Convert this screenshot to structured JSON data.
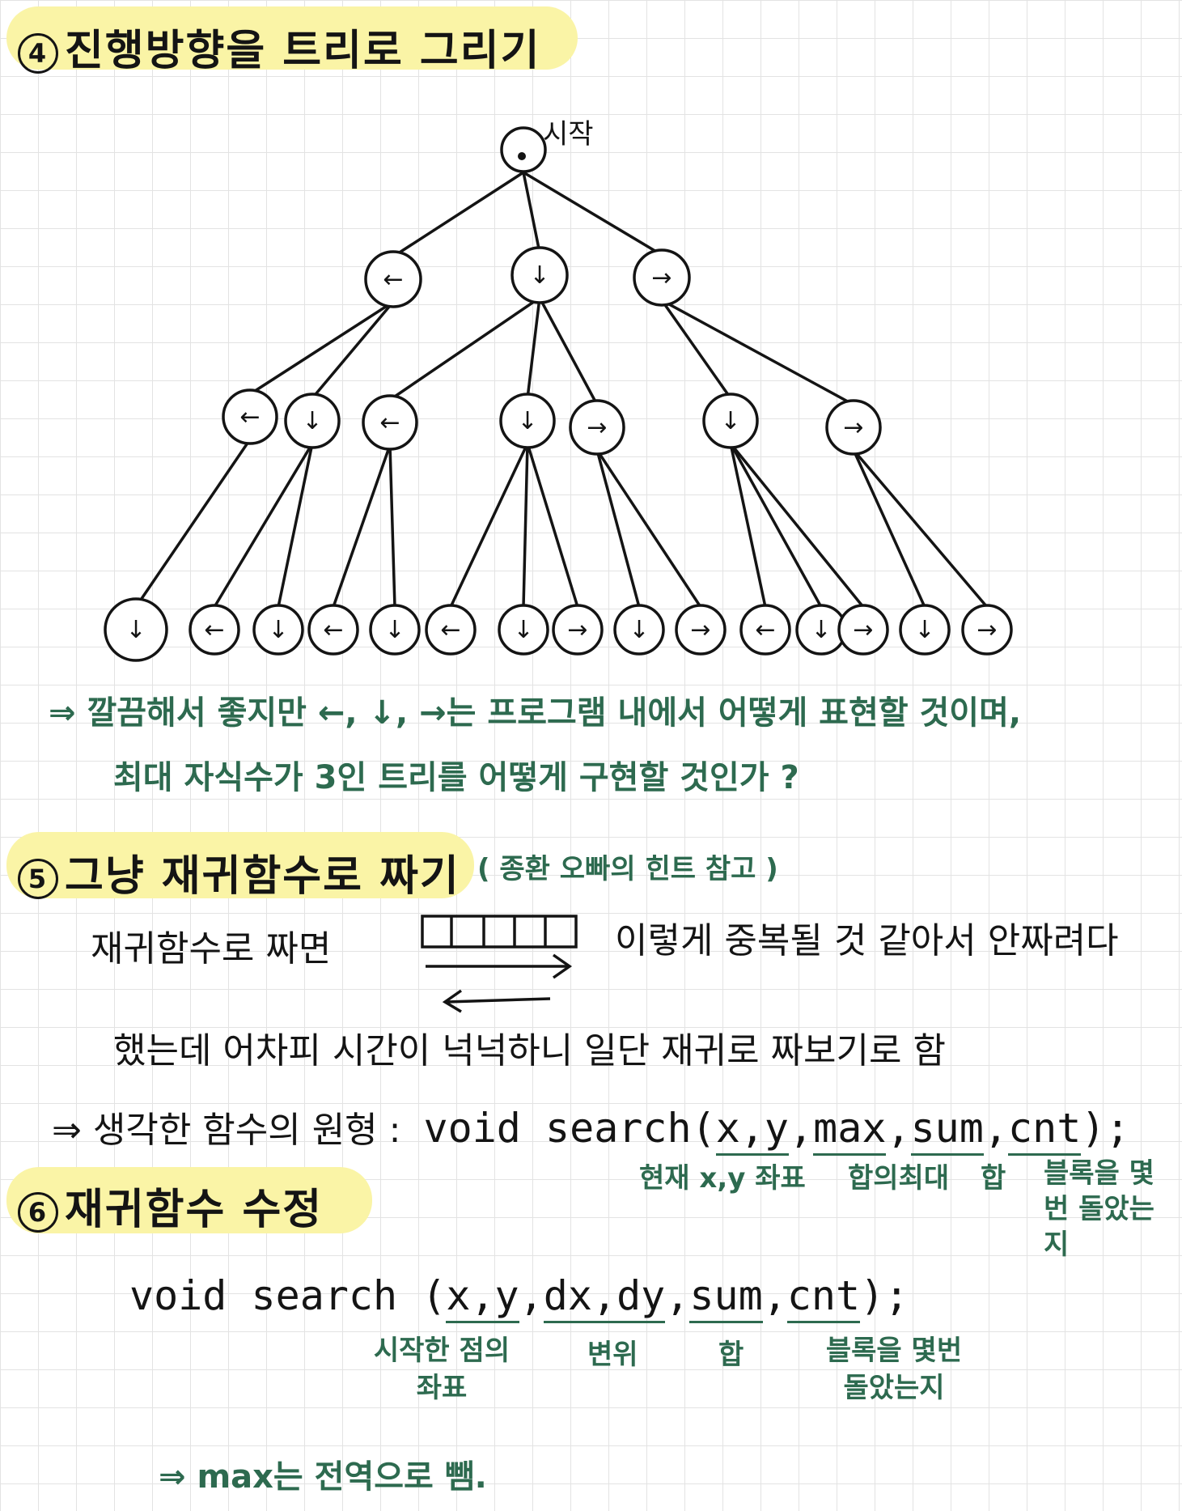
{
  "section4": {
    "number": "4",
    "title": "진행방향을 트리로 그리기",
    "tree": {
      "root_label": "시작",
      "level1": [
        "←",
        "↓",
        "→"
      ],
      "level2": [
        "←",
        "↓",
        "←",
        "↓",
        "→",
        "↓",
        "→"
      ],
      "level3": [
        "↓",
        "←",
        "↓",
        "←",
        "↓",
        "←",
        "↓",
        "→",
        "↓",
        "→",
        "←",
        "↓",
        "→",
        "↓",
        "→"
      ]
    },
    "note_line1": "⇒ 깔끔해서 좋지만   ←, ↓, →는 프로그램 내에서 어떻게 표현할 것이며,",
    "note_line2": "최대 자식수가  3인 트리를 어떻게 구현할 것인가 ?"
  },
  "section5": {
    "number": "5",
    "title": "그냥 재귀함수로 짜기",
    "hint": "( 종환 오빠의 힌트 참고 )",
    "line1_a": "재귀함수로 짜면",
    "line1_b": "이렇게 중복될 것 같아서 안짜려다",
    "line2": "했는데 어차피 시간이 넉넉하니 일단 재귀로 짜보기로 함",
    "proto_prefix": "⇒ 생각한 함수의 원형 :",
    "proto_code": "void  search(",
    "proto_params": [
      "x,y",
      "max",
      "sum",
      "cnt"
    ],
    "proto_end": ");",
    "proto_notes": [
      "현재 x,y 좌표",
      "합의최대",
      "합",
      "블록을 몇번 돌았는지"
    ]
  },
  "section6": {
    "number": "6",
    "title": "재귀함수 수정",
    "code_prefix": "void   search (",
    "params": [
      "x,y",
      "dx,dy",
      "sum",
      "cnt"
    ],
    "code_end": ");",
    "notes": [
      "시작한 점의 좌표",
      "변위",
      "합",
      "블록을 몇번 돌았는지"
    ],
    "final_note": "⇒ max는 전역으로 뺌."
  },
  "colors": {
    "ink": "#141414",
    "green": "#2d6a4f",
    "highlight": "#faf4a6",
    "grid": "#e3e3e3"
  }
}
